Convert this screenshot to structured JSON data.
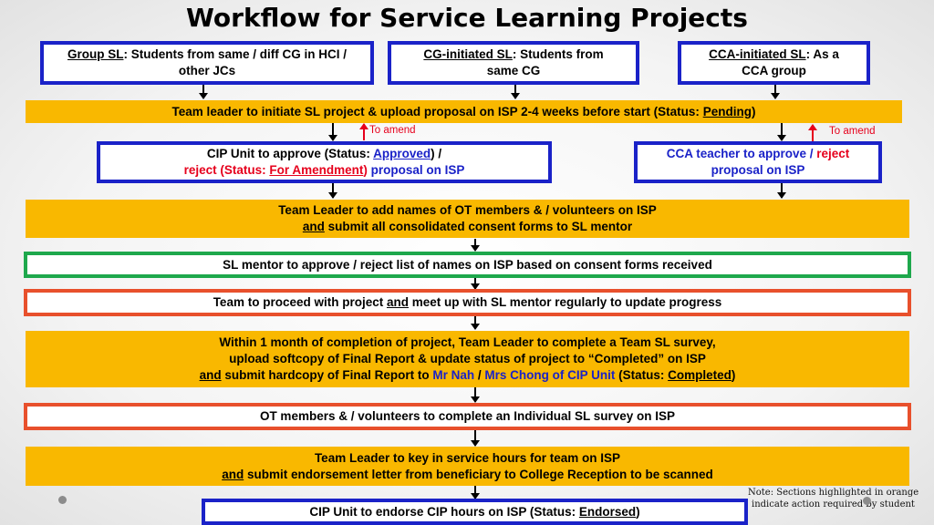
{
  "title": "Workflow for Service Learning Projects",
  "top_boxes": {
    "group": {
      "u": "Group SL",
      "l1": ": Students from same / diff CG in HCI /",
      "l2": "other JCs"
    },
    "cg": {
      "u": "CG-initiated SL",
      "l1": ": Students from",
      "l2": "same CG"
    },
    "cca": {
      "u": "CCA-initiated SL",
      "l1": ": As a",
      "l2": "CCA group"
    }
  },
  "step1": {
    "text": "Team leader to initiate SL project & upload proposal on ISP 2-4 weeks before start (Status: ",
    "status": "Pending",
    "close": ")"
  },
  "to_amend": "To amend",
  "cip_approve": {
    "l1_a": "CIP Unit to approve (Status: ",
    "l1_status": "Approved",
    "l1_b": ") /",
    "l2_a": "reject (Status: ",
    "l2_status": "For Amendment",
    "l2_b": ")",
    "l2_c": " proposal on ISP"
  },
  "cca_approve": {
    "l1_a": "CCA teacher to approve / ",
    "l1_reject": "reject",
    "l2": "proposal on ISP"
  },
  "step_names": {
    "l1": "Team Leader to add names of OT members & / volunteers on ISP",
    "l2_and": "and",
    "l2": " submit all consolidated consent forms to SL mentor"
  },
  "step_mentor": "SL mentor to approve / reject list of names on ISP based on consent forms received",
  "step_proceed": {
    "a": "Team to proceed with project ",
    "and": "and",
    "b": " meet up with SL mentor regularly to update progress"
  },
  "step_completion": {
    "l1": "Within 1 month of completion of project, Team Leader to complete a Team SL survey,",
    "l2": "upload softcopy of Final Report & update status of project to “Completed” on ISP",
    "l3_and": "and",
    "l3_a": " submit hardcopy of Final Report to ",
    "l3_nah": "Mr Nah",
    "l3_sep": " / ",
    "l3_chong": "Mrs Chong of CIP Unit",
    "l3_b": " (Status: ",
    "l3_status": "Completed",
    "l3_c": ")"
  },
  "step_survey": "OT members & / volunteers to complete an Individual SL survey on ISP",
  "step_hours": {
    "l1": "Team Leader to key in service hours for team on ISP",
    "l2_and": "and",
    "l2": " submit endorsement letter from beneficiary to College Reception to be scanned"
  },
  "step_endorse": {
    "a": "CIP Unit to endorse CIP hours on ISP  (Status: ",
    "status": "Endorsed",
    "b": ")"
  },
  "note": {
    "l1": "Note: Sections highlighted in orange",
    "l2": "indicate action required by student"
  },
  "colors": {
    "blue": "#1a22c8",
    "gold": "#f9b800",
    "green": "#1ea84c",
    "orange": "#e8502c",
    "red": "#e6001c"
  }
}
